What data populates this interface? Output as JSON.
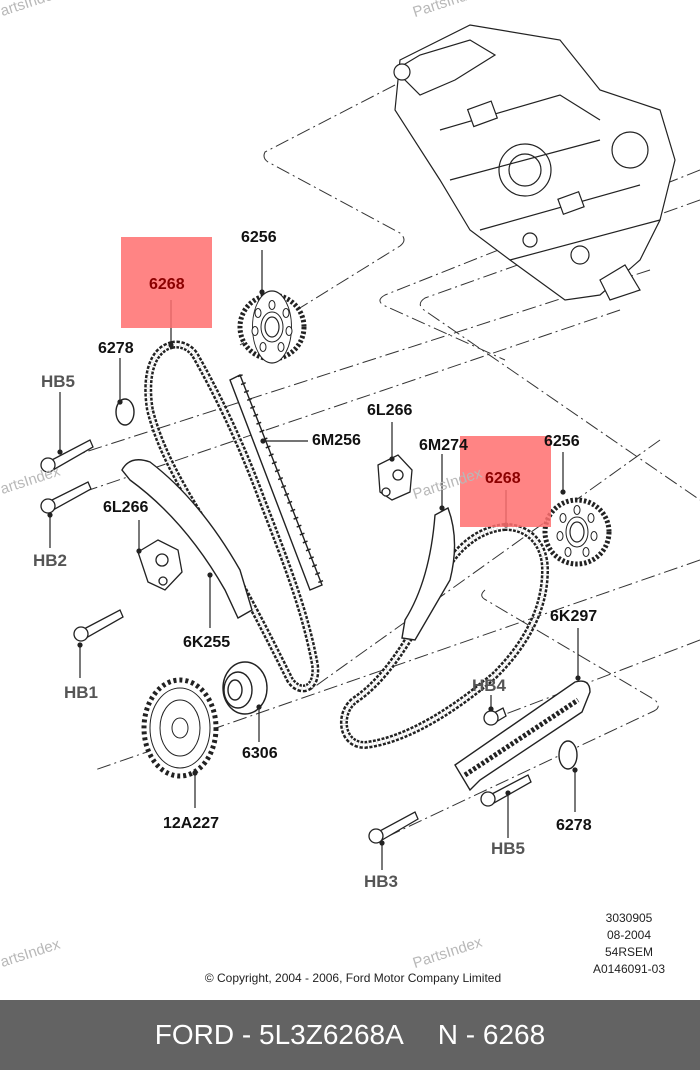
{
  "diagram": {
    "title_type": "Timing chain exploded view",
    "highlighted_part": "6268",
    "highlight_color": "#ff6e6e",
    "callouts": {
      "chain_left": "6268",
      "chain_right": "6268",
      "sprocket_cam_left": "6256",
      "sprocket_cam_right": "6256",
      "washer_left": "6278",
      "washer_right": "6278",
      "guide_6m256": "6M256",
      "tensioner_upper": "6L266",
      "tensioner_left": "6L266",
      "guide_6m274": "6M274",
      "arm_6k255": "6K255",
      "guide_6k297": "6K297",
      "crank_sprocket_6306": "6306",
      "crank_wheel_12a227": "12A227",
      "bolt_hb5_left": "HB5",
      "bolt_hb2": "HB2",
      "bolt_hb1": "HB1",
      "bolt_hb4": "HB4",
      "bolt_hb5_right": "HB5",
      "bolt_hb3": "HB3"
    }
  },
  "reference_codes": [
    "3030905",
    "08-2004",
    "54RSEM",
    "A0146091-03"
  ],
  "copyright": "© Copyright, 2004 - 2006, Ford Motor Company Limited",
  "watermark": "PartsIndex",
  "footer": {
    "brand_part": "FORD - 5L3Z6268A",
    "ref": "N - 6268"
  }
}
